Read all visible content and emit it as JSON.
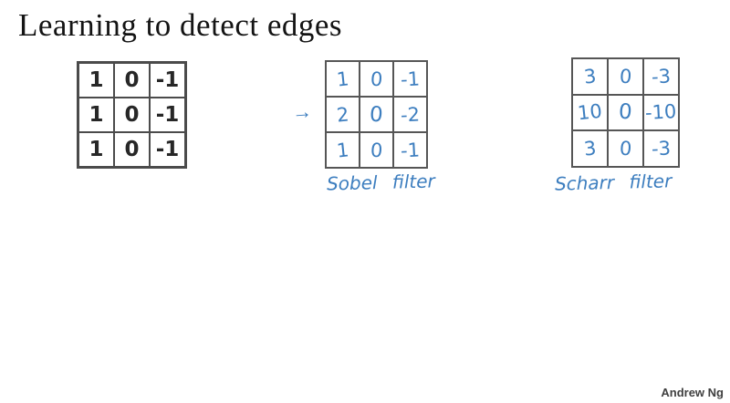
{
  "title": "Learning to detect edges",
  "attribution": "Andrew Ng",
  "colors": {
    "handwriting_blue": "#3d7ebf",
    "grid_line": "#565656",
    "printed_text": "#272727",
    "title_text": "#141414"
  },
  "matrices": [
    {
      "name": "vertical-edge-filter",
      "style": "printed",
      "rows": [
        [
          "1",
          "0",
          "-1"
        ],
        [
          "1",
          "0",
          "-1"
        ],
        [
          "1",
          "0",
          "-1"
        ]
      ],
      "label": ""
    },
    {
      "name": "sobel-filter",
      "style": "handwritten",
      "rows": [
        [
          "1",
          "0",
          "-1"
        ],
        [
          "2",
          "0",
          "-2"
        ],
        [
          "1",
          "0",
          "-1"
        ]
      ],
      "label": "Sobel filter",
      "arrow": "→"
    },
    {
      "name": "scharr-filter",
      "style": "handwritten",
      "rows": [
        [
          "3",
          "0",
          "-3"
        ],
        [
          "10",
          "0",
          "-10"
        ],
        [
          "3",
          "0",
          "-3"
        ]
      ],
      "label": "Scharr filter"
    }
  ]
}
